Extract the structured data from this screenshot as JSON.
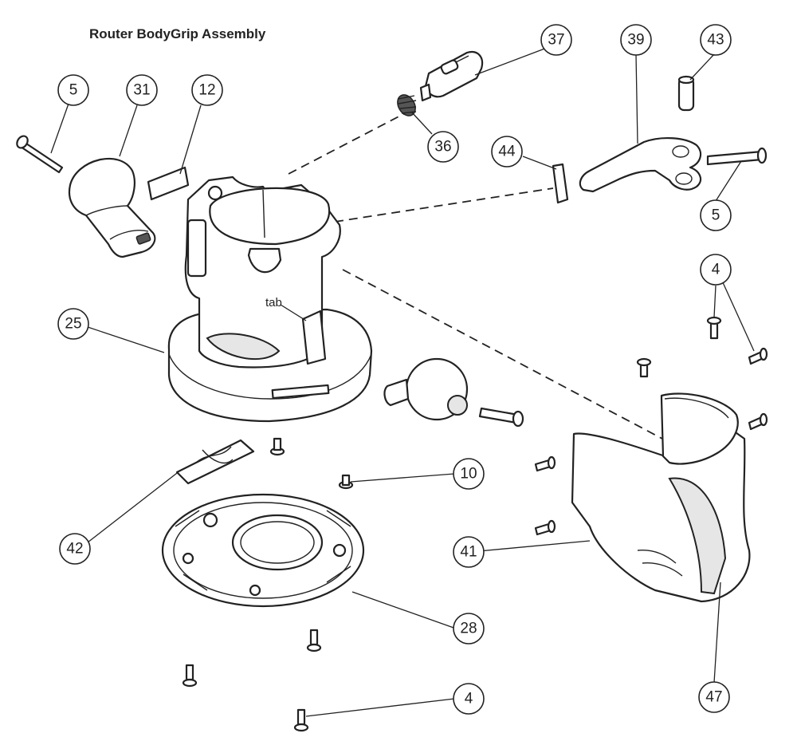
{
  "diagram": {
    "title": "Router BodyGrip Assembly",
    "annotation": "tab",
    "callouts": [
      {
        "id": "c-5a",
        "label": "5"
      },
      {
        "id": "c-31",
        "label": "31"
      },
      {
        "id": "c-12",
        "label": "12"
      },
      {
        "id": "c-37",
        "label": "37"
      },
      {
        "id": "c-36",
        "label": "36"
      },
      {
        "id": "c-39",
        "label": "39"
      },
      {
        "id": "c-43",
        "label": "43"
      },
      {
        "id": "c-44",
        "label": "44"
      },
      {
        "id": "c-5b",
        "label": "5"
      },
      {
        "id": "c-4a",
        "label": "4"
      },
      {
        "id": "c-25",
        "label": "25"
      },
      {
        "id": "c-10",
        "label": "10"
      },
      {
        "id": "c-42",
        "label": "42"
      },
      {
        "id": "c-41",
        "label": "41"
      },
      {
        "id": "c-28",
        "label": "28"
      },
      {
        "id": "c-4b",
        "label": "4"
      },
      {
        "id": "c-47",
        "label": "47"
      }
    ]
  }
}
